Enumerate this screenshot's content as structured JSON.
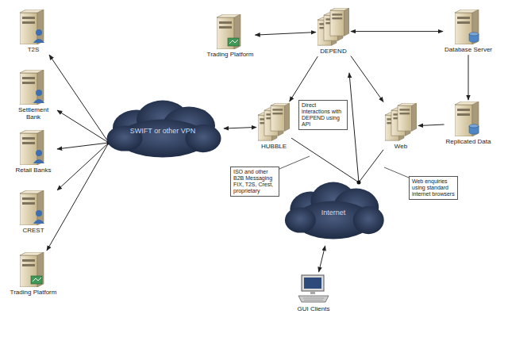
{
  "diagram": {
    "nodes": [
      {
        "text": [
          "T2S"
        ]
      },
      {
        "text": [
          "Settlement Bank"
        ]
      },
      {
        "text": [
          "Retail Banks"
        ]
      },
      {
        "text": [
          "CREST"
        ]
      },
      {
        "text": [
          "Trading Platform"
        ]
      },
      {
        "text": [
          "Trading Platform"
        ]
      },
      {
        "text": [
          "DEPEND"
        ]
      },
      {
        "text": [
          "Database Server"
        ]
      },
      {
        "text": [
          "SWIFT or other VPN"
        ]
      },
      {
        "text": [
          "HUBBLE"
        ]
      },
      {
        "text": [
          "Web"
        ]
      },
      {
        "text": [
          "Replicated Data"
        ]
      },
      {
        "text": [
          "Internet"
        ]
      },
      {
        "text": [
          "GUI Clients"
        ]
      }
    ],
    "edges": [
      {
        "from": 8,
        "to": 0,
        "arrow": "to"
      },
      {
        "from": 8,
        "to": 1,
        "arrow": "to"
      },
      {
        "from": 8,
        "to": 2,
        "arrow": "to"
      },
      {
        "from": 8,
        "to": 3,
        "arrow": "to"
      },
      {
        "from": 8,
        "to": 4,
        "arrow": "to"
      },
      {
        "from": 8,
        "to": 9,
        "arrow": "both"
      },
      {
        "from": 5,
        "to": 6,
        "arrow": "both"
      },
      {
        "from": 6,
        "to": 7,
        "arrow": "both"
      },
      {
        "from": 7,
        "to": 11,
        "arrow": "to"
      },
      {
        "from": 11,
        "to": 10,
        "arrow": "to"
      },
      {
        "from": 6,
        "to": 9,
        "arrow": "to"
      },
      {
        "from": 6,
        "to": 10,
        "arrow": "to"
      },
      {
        "from": 12,
        "to": 6,
        "arrow": "to"
      },
      {
        "from": 9,
        "to": 12,
        "arrow": "none"
      },
      {
        "from": 10,
        "to": 12,
        "arrow": "none"
      },
      {
        "from": 12,
        "to": 13,
        "arrow": "both"
      }
    ],
    "labels": [
      "Direct interactions with DEPEND using API",
      "ISO and other B2B Messaging FIX, T2S, Crest, proprietary",
      "Web enquiries using standard internet browsers"
    ]
  }
}
